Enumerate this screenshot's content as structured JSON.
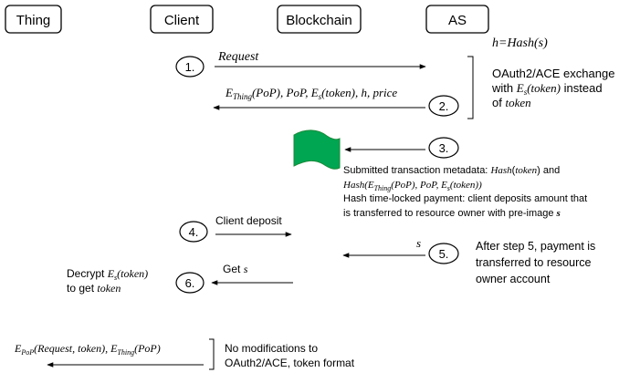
{
  "actors": {
    "thing": "Thing",
    "client": "Client",
    "blockchain": "Blockchain",
    "as": "AS"
  },
  "hash_def": "h=Hash(s)",
  "steps": [
    "1.",
    "2.",
    "3.",
    "4.",
    "5.",
    "6."
  ],
  "messages": {
    "request": "Request",
    "step2_response": "E_Thing(PoP), PoP, E_s(token), h, price",
    "client_deposit": "Client deposit",
    "s": "s",
    "get_s": "Get s"
  },
  "notes": {
    "oauth_line1": "OAuth2/ACE exchange",
    "oauth_line2": "with E_s(token) instead",
    "oauth_line3": "of token",
    "submitted_line1": "Submitted transaction metadata: Hash(token) and",
    "submitted_line2": "Hash(E_Thing(PoP), PoP, E_s(token))",
    "htl_line1": "Hash time-locked payment: client deposits amount that",
    "htl_line2": "is transferred to resource owner with pre-image s",
    "after5_line1": "After step 5, payment is",
    "after5_line2": "transferred to resource",
    "after5_line3": "owner account",
    "decrypt_line1": "Decrypt E_s(token)",
    "decrypt_line2": "to get token",
    "bottom_msg": "E_PoP(Request, token), E_Thing(PoP)",
    "nomod_line1": "No modifications to",
    "nomod_line2": "OAuth2/ACE, token format"
  },
  "colors": {
    "stroke": "#000000",
    "ledger": "#00a651",
    "ledger_edge": "#1a8a3a"
  }
}
